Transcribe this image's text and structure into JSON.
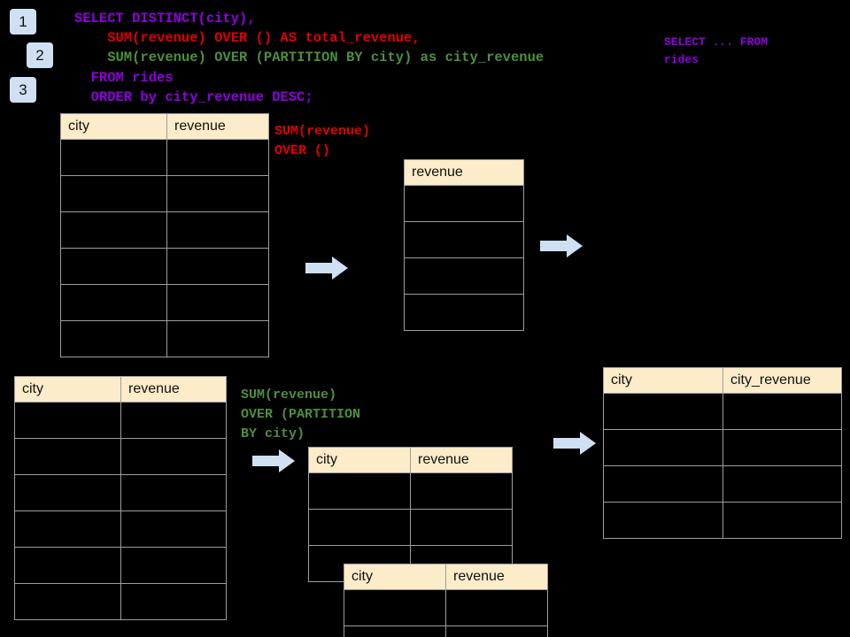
{
  "steps": [
    {
      "label": "1"
    },
    {
      "label": "2"
    },
    {
      "label": "3"
    }
  ],
  "colors": {
    "background": "#000000",
    "badge_bg": "#cfe0f2",
    "header_bg": "#fcecc9",
    "grid_line": "#9e9e9e",
    "purple": "#8f00e0",
    "red": "#e00000",
    "green": "#4d8f3d",
    "arrow_fill": "#cfe0f2"
  },
  "query": {
    "line1": "SELECT DISTINCT(city),",
    "line2": "    SUM(revenue) OVER () AS total_revenue,",
    "line3": "    SUM(revenue) OVER (PARTITION BY city) as city_revenue",
    "line4": "  FROM rides",
    "line5": "  ORDER by city_revenue DESC;"
  },
  "annotations": {
    "select_from": "SELECT ... FROM\nrides",
    "sum_over_empty": "SUM(revenue)\nOVER ()",
    "sum_over_partition": "SUM(revenue)\nOVER (PARTITION\nBY city)"
  },
  "tables": {
    "source_rides": {
      "headers": [
        "city",
        "revenue"
      ],
      "row_count": 6
    },
    "total_revenue": {
      "headers": [
        "revenue"
      ],
      "row_count": 4
    },
    "source_rides_2": {
      "headers": [
        "city",
        "revenue"
      ],
      "row_count": 6
    },
    "partition_front": {
      "headers": [
        "city",
        "revenue"
      ],
      "row_count": 3
    },
    "partition_back": {
      "headers": [
        "city",
        "revenue"
      ],
      "row_count": 2
    },
    "result": {
      "headers": [
        "city",
        "city_revenue"
      ],
      "row_count": 4
    }
  },
  "arrows": {
    "a1": "arrow-right",
    "a2": "arrow-right",
    "a3": "arrow-right",
    "a4": "arrow-right"
  }
}
